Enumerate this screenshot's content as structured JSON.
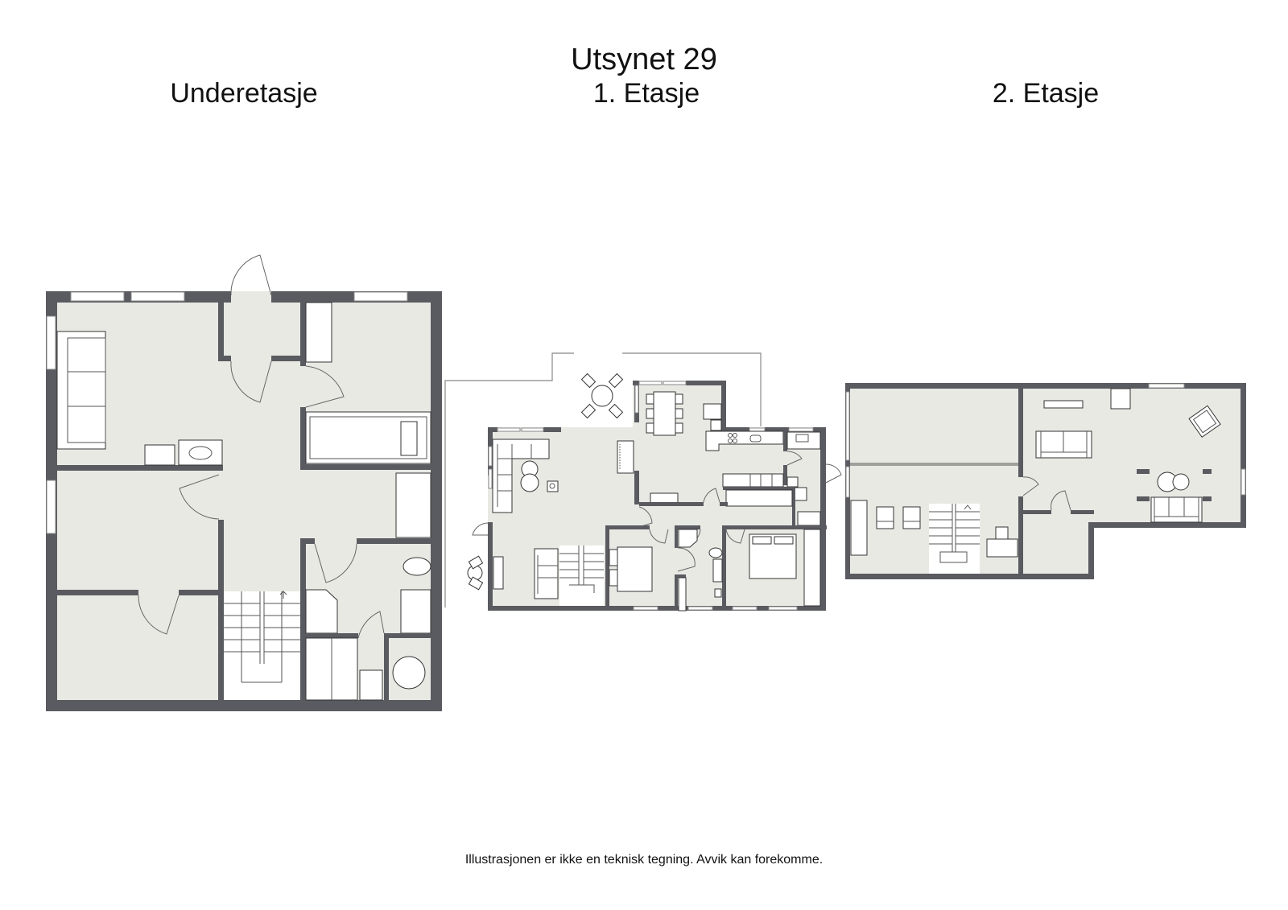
{
  "document": {
    "title": "Utsynet 29",
    "floors": [
      {
        "label": "Underetasje"
      },
      {
        "label": "1. Etasje"
      },
      {
        "label": "2. Etasje"
      }
    ],
    "disclaimer": "Illustrasjonen er ikke en teknisk tegning. Avvik kan forekomme."
  },
  "colors": {
    "wall": "#5a5b60",
    "floor": "#e9e9e4",
    "furniture": "#ffffff",
    "background": "#ffffff"
  }
}
